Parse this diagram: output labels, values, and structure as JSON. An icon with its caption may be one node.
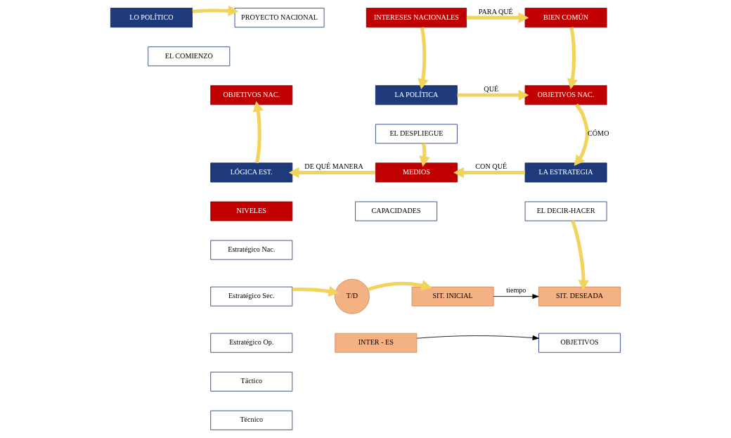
{
  "diagram": {
    "nodes": [
      {
        "text": [
          "LO POLÍTICO"
        ]
      },
      {
        "text": [
          "EL COMIENZO"
        ]
      },
      {
        "text": [
          "PROYECTO NACIONAL"
        ]
      },
      {
        "text": [
          "INTERESES NACIONALES"
        ]
      },
      {
        "text": [
          "BIEN COMÚN"
        ]
      },
      {
        "text": [
          "OBJETIVOS NAC."
        ]
      },
      {
        "text": [
          "LA POLÍTICA"
        ]
      },
      {
        "text": [
          "EL DESPLIEGUE"
        ]
      },
      {
        "text": [
          "OBJETIVOS NAC."
        ]
      },
      {
        "text": [
          "LÓGICA EST."
        ]
      },
      {
        "text": [
          "NIVELES"
        ]
      },
      {
        "text": [
          "Estratégico Nac."
        ]
      },
      {
        "text": [
          "Estratégico Sec."
        ]
      },
      {
        "text": [
          "Estratégico Op."
        ]
      },
      {
        "text": [
          "Táctico"
        ]
      },
      {
        "text": [
          "Técnico"
        ]
      },
      {
        "text": [
          "MEDIOS"
        ]
      },
      {
        "text": [
          "CAPACIDADES"
        ]
      },
      {
        "text": [
          "LA ESTRATEGIA"
        ]
      },
      {
        "text": [
          "EL DECIR-HACER"
        ]
      },
      {
        "text": [
          "T/D"
        ]
      },
      {
        "text": [
          "SIT. INICIAL"
        ]
      },
      {
        "text": [
          "SIT. DESEADA"
        ]
      },
      {
        "text": [
          "INTER - ES"
        ]
      },
      {
        "text": [
          "OBJETIVOS"
        ]
      }
    ],
    "edges": [
      {
        "from": 0,
        "to": 2,
        "arrow": "to"
      },
      {
        "from": 3,
        "to": 4,
        "arrow": "to",
        "label": "PARA QUÉ"
      },
      {
        "from": 3,
        "to": 6,
        "arrow": "to"
      },
      {
        "from": 4,
        "to": 8,
        "arrow": "to"
      },
      {
        "from": 6,
        "to": 8,
        "arrow": "to",
        "label": "QUÉ"
      },
      {
        "from": 9,
        "to": 5,
        "arrow": "to"
      },
      {
        "from": 8,
        "to": 18,
        "arrow": "to",
        "label": "CÓMO"
      },
      {
        "from": 7,
        "to": 16,
        "arrow": "to"
      },
      {
        "from": 18,
        "to": 16,
        "arrow": "to",
        "label": "CON QUÉ"
      },
      {
        "from": 16,
        "to": 9,
        "arrow": "to",
        "label": "DE QUÉ MANERA"
      },
      {
        "from": 12,
        "to": 20,
        "arrow": "to"
      },
      {
        "from": 20,
        "to": 21,
        "arrow": "to"
      },
      {
        "from": 21,
        "to": 22,
        "arrow": "to",
        "label": "tiempo",
        "color": "#000000"
      },
      {
        "from": 19,
        "to": 22,
        "arrow": "to"
      },
      {
        "from": 23,
        "to": 24,
        "arrow": "to",
        "color": "#000000"
      }
    ]
  }
}
